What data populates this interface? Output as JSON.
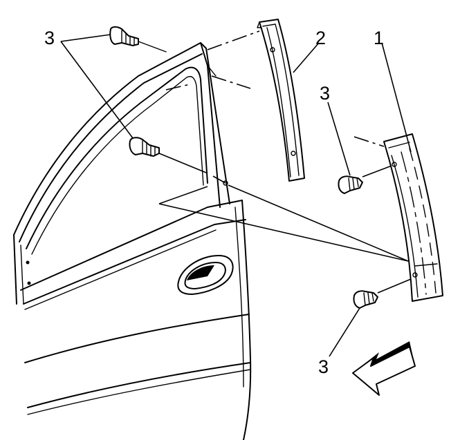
{
  "callouts": {
    "screw_top_label": "3",
    "molding_small_label": "2",
    "molding_large_label": "1",
    "screw_mid_label": "3",
    "screw_bottom_label": "3"
  },
  "colors": {
    "line": "#000000",
    "fill_part": "#ffffff",
    "fill_dark": "#000000",
    "background": "#ffffff"
  },
  "icons": {
    "direction_arrow": "front-direction-arrow-icon"
  }
}
